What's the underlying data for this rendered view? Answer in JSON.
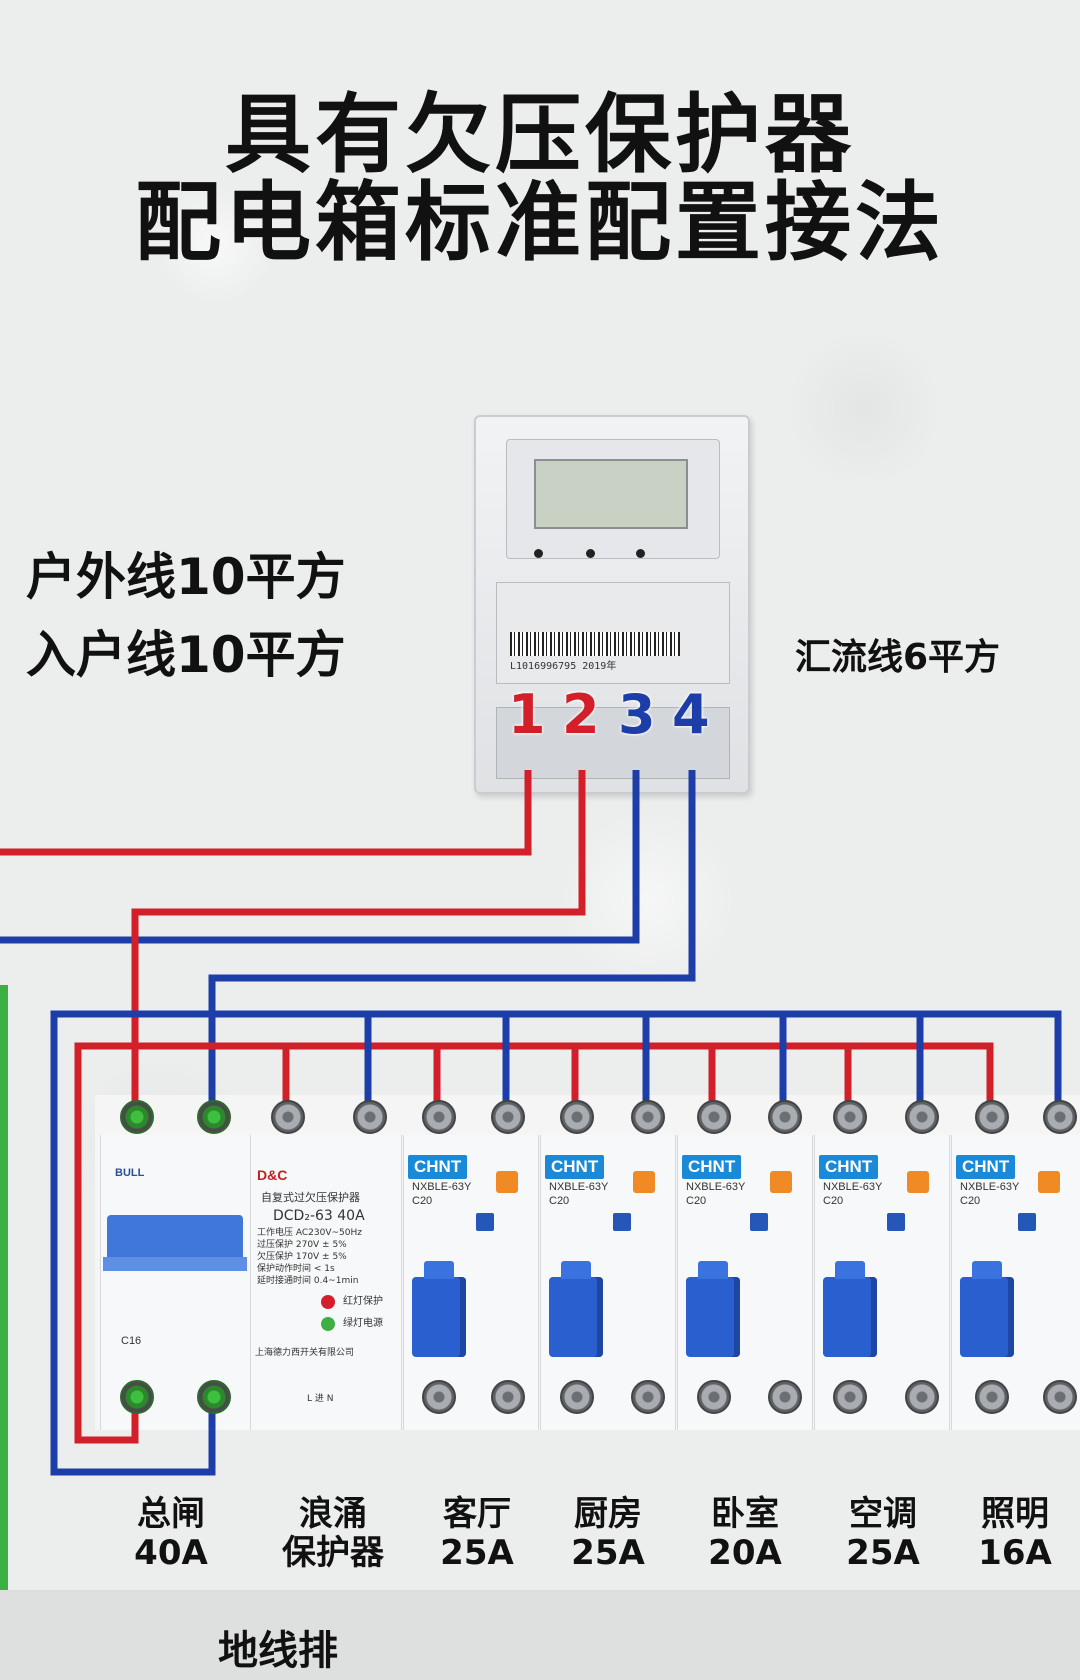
{
  "title": {
    "line1": "具有欠压保护器",
    "line2": "配电箱标准配置接法"
  },
  "labels": {
    "outdoor_line": "户外线10平方",
    "incoming_line": "入户线10平方",
    "bus_line": "汇流线6平方"
  },
  "meter": {
    "terminals": [
      "1",
      "2",
      "3",
      "4"
    ],
    "serial": "L1016996795 2019年"
  },
  "main_breaker": {
    "brand": "BULL",
    "rating": "C16"
  },
  "surge_protector": {
    "brand": "D&C",
    "name": "自复式过欠压保护器",
    "model": "DCD₂-63 40A",
    "spec_lines": [
      "工作电压   AC230V~50Hz",
      "过压保护   270V ± 5%",
      "欠压保护   170V ± 5%",
      "保护动作时间  < 1s",
      "延时接通时间  0.4~1min"
    ],
    "indicator_red": "红灯保护",
    "indicator_green": "绿灯电源",
    "maker": "上海德力西开关有限公司",
    "terminal_label": "L 进 N"
  },
  "rcbo": {
    "brand": "CHNT",
    "model": "NXBLE-63Y",
    "curve": "C20"
  },
  "circuits": [
    {
      "name": "总闸",
      "rating": "40A"
    },
    {
      "name": "浪涌",
      "rating": "保护器"
    },
    {
      "name": "客厅",
      "rating": "25A"
    },
    {
      "name": "厨房",
      "rating": "25A"
    },
    {
      "name": "卧室",
      "rating": "20A"
    },
    {
      "name": "空调",
      "rating": "25A"
    },
    {
      "name": "照明",
      "rating": "16A"
    }
  ],
  "bottom_rail": "地线排",
  "colors": {
    "live_wire": "#d21f2a",
    "neutral_wire": "#1d3ea8",
    "earth_wire": "#3cb043",
    "handle": "#2a5fcf",
    "chnt_blue": "#1a8ad8"
  }
}
